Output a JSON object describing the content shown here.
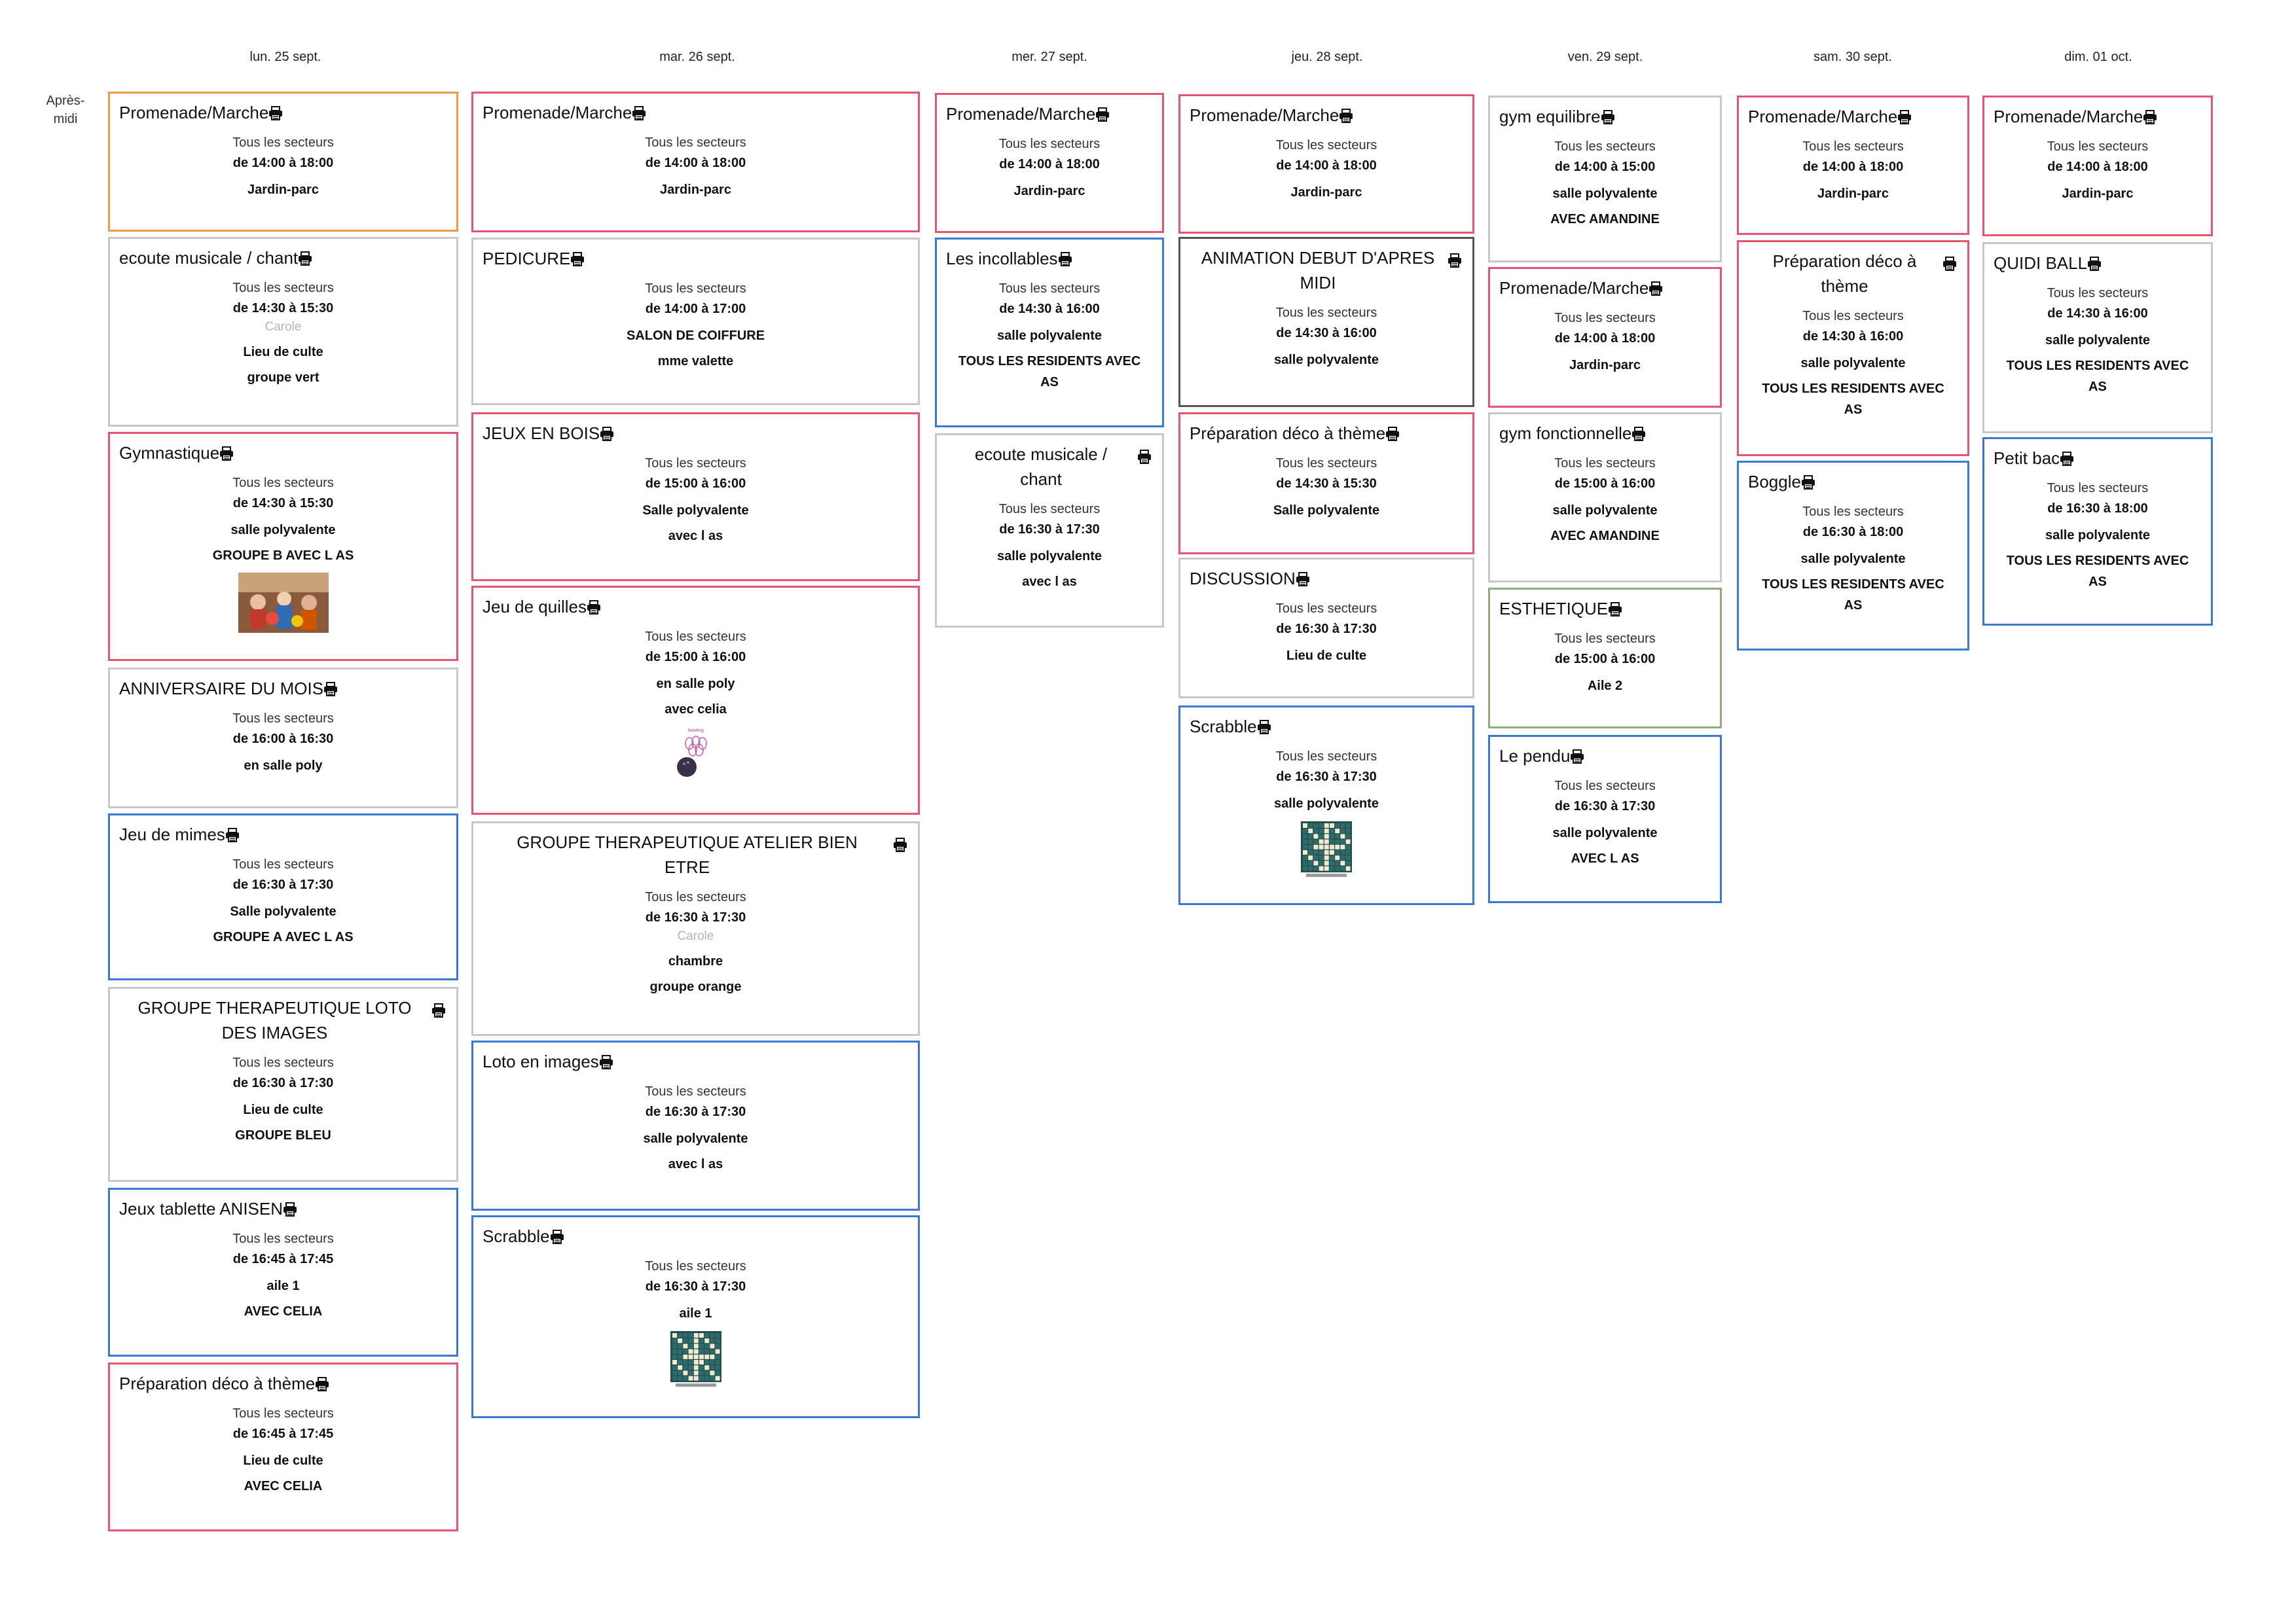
{
  "period": "Après-midi",
  "days": [
    "lun. 25 sept.",
    "mar. 26 sept.",
    "mer. 27 sept.",
    "jeu. 28 sept.",
    "ven. 29 sept.",
    "sam. 30 sept.",
    "dim. 01 oct."
  ],
  "sector": "Tous les secteurs",
  "columns": [
    [
      {
        "title": "Promenade/Marche",
        "time": "de 14:00 à 18:00",
        "place": "Jardin-parc",
        "color": "#f0994b"
      },
      {
        "title": "ecoute musicale / chant",
        "time": "de 14:30 à 15:30",
        "animator": "Carole",
        "place": "Lieu de culte",
        "group": "groupe vert",
        "color": "#c8c8c8"
      },
      {
        "title": "Gymnastique",
        "time": "de 14:30 à 15:30",
        "place": "salle polyvalente",
        "group": "GROUPE B AVEC L AS",
        "image": "gym-photo",
        "color": "#e8536f"
      },
      {
        "title": "ANNIVERSAIRE DU MOIS",
        "time": "de 16:00 à 16:30",
        "place": "en salle poly",
        "color": "#c8c8c8"
      },
      {
        "title": "Jeu de mimes",
        "time": "de 16:30 à 17:30",
        "place": "Salle polyvalente",
        "group": "GROUPE A AVEC L AS",
        "color": "#3a78d6"
      },
      {
        "title": "GROUPE THERAPEUTIQUE LOTO DES IMAGES",
        "time": "de 16:30 à 17:30",
        "place": "Lieu de culte",
        "group": "GROUPE BLEU",
        "color": "#c8c8c8"
      },
      {
        "title": "Jeux tablette ANISEN",
        "time": "de 16:45 à 17:45",
        "place": "aile 1",
        "group": "AVEC CELIA",
        "color": "#3a78d6"
      },
      {
        "title": "Préparation déco à thème",
        "time": "de 16:45 à 17:45",
        "place": "Lieu de culte",
        "group": "AVEC CELIA",
        "color": "#e8536f"
      }
    ],
    [
      {
        "title": "Promenade/Marche",
        "time": "de 14:00 à 18:00",
        "place": "Jardin-parc",
        "color": "#e8536f"
      },
      {
        "title": "PEDICURE",
        "time": "de 14:00 à 17:00",
        "place": "SALON DE COIFFURE",
        "group": "mme valette",
        "color": "#c8c8c8"
      },
      {
        "title": "JEUX EN BOIS",
        "time": "de 15:00 à 16:00",
        "place": "Salle polyvalente",
        "group": "avec l as",
        "color": "#e8536f"
      },
      {
        "title": "Jeu de quilles",
        "time": "de 15:00 à 16:00",
        "place": "en salle poly",
        "group": "avec celia",
        "image": "bowling-picture",
        "color": "#e8536f"
      },
      {
        "title": "GROUPE THERAPEUTIQUE ATELIER BIEN ETRE",
        "time": "de 16:30 à 17:30",
        "animator": "Carole",
        "place": "chambre",
        "group": "groupe orange",
        "color": "#c8c8c8"
      },
      {
        "title": "Loto en images",
        "time": "de 16:30 à 17:30",
        "place": "salle polyvalente",
        "group": "avec l as",
        "color": "#3a78d6"
      },
      {
        "title": "Scrabble",
        "time": "de 16:30 à 17:30",
        "place": "aile 1",
        "image": "scrabble-picture",
        "color": "#3a78d6"
      }
    ],
    [
      {
        "title": "Promenade/Marche",
        "time": "de 14:00 à 18:00",
        "place": "Jardin-parc",
        "color": "#e8536f"
      },
      {
        "title": "Les incollables",
        "time": "de 14:30 à 16:00",
        "place": "salle polyvalente",
        "group": "TOUS LES RESIDENTS AVEC AS",
        "color": "#3a78d6"
      },
      {
        "title": "ecoute musicale / chant",
        "time": "de 16:30 à 17:30",
        "place": "salle polyvalente",
        "group": "avec l as",
        "color": "#c8c8c8"
      }
    ],
    [
      {
        "title": "Promenade/Marche",
        "time": "de 14:00 à 18:00",
        "place": "Jardin-parc",
        "color": "#e8536f"
      },
      {
        "title": "ANIMATION DEBUT D'APRES MIDI",
        "time": "de 14:30 à 16:00",
        "place": "salle polyvalente",
        "color": "#555555"
      },
      {
        "title": "Préparation déco à thème",
        "time": "de 14:30 à 15:30",
        "place": "Salle polyvalente",
        "color": "#e8536f"
      },
      {
        "title": "DISCUSSION",
        "time": "de 16:30 à 17:30",
        "place": "Lieu de culte",
        "color": "#c8c8c8"
      },
      {
        "title": "Scrabble",
        "time": "de 16:30 à 17:30",
        "place": "salle polyvalente",
        "image": "scrabble-picture",
        "color": "#3a78d6"
      }
    ],
    [
      {
        "title": "gym equilibre",
        "time": "de 14:00 à 15:00",
        "place": "salle polyvalente",
        "group": "AVEC AMANDINE",
        "color": "#c8c8c8"
      },
      {
        "title": "Promenade/Marche",
        "time": "de 14:00 à 18:00",
        "place": "Jardin-parc",
        "color": "#e8536f"
      },
      {
        "title": "gym fonctionnelle",
        "time": "de 15:00 à 16:00",
        "place": "salle polyvalente",
        "group": "AVEC AMANDINE",
        "color": "#c8c8c8"
      },
      {
        "title": "ESTHETIQUE",
        "time": "de 15:00 à 16:00",
        "place": "Aile 2",
        "color": "#8fae7e"
      },
      {
        "title": "Le pendu",
        "time": "de 16:30 à 17:30",
        "place": "salle polyvalente",
        "group": "AVEC L AS",
        "color": "#3a78d6"
      }
    ],
    [
      {
        "title": "Promenade/Marche",
        "time": "de 14:00 à 18:00",
        "place": "Jardin-parc",
        "color": "#e8536f"
      },
      {
        "title": "Préparation déco à thème",
        "time": "de 14:30 à 16:00",
        "place": "salle polyvalente",
        "group": "TOUS LES RESIDENTS AVEC AS",
        "color": "#e8536f"
      },
      {
        "title": "Boggle",
        "time": "de 16:30 à 18:00",
        "place": "salle polyvalente",
        "group": "TOUS LES RESIDENTS AVEC AS",
        "color": "#3a78d6"
      }
    ],
    [
      {
        "title": "Promenade/Marche",
        "time": "de 14:00 à 18:00",
        "place": "Jardin-parc",
        "color": "#e8536f"
      },
      {
        "title": "QUIDI BALL",
        "time": "de 14:30 à 16:00",
        "place": "salle polyvalente",
        "group": "TOUS LES RESIDENTS AVEC AS",
        "color": "#c8c8c8"
      },
      {
        "title": "Petit bac",
        "time": "de 16:30 à 18:00",
        "place": "salle polyvalente",
        "group": "TOUS LES RESIDENTS AVEC AS",
        "color": "#3a78d6"
      }
    ]
  ]
}
